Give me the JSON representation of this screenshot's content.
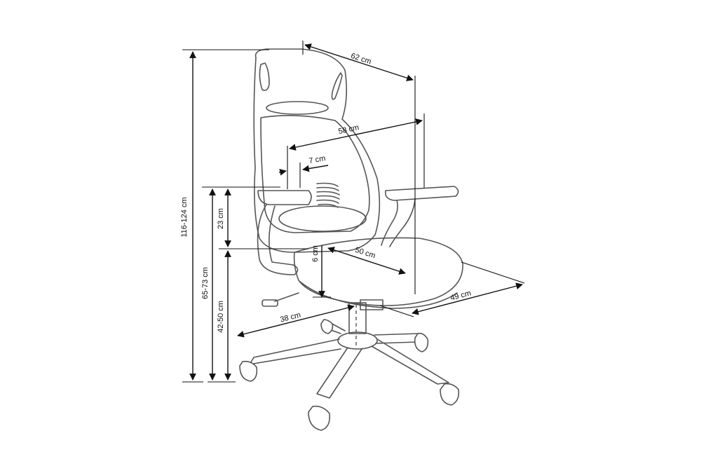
{
  "dimensions": {
    "overall_height": "116-124 cm",
    "armrest_height": "65-73 cm",
    "seat_height": "42-50 cm",
    "armrest_above_seat": "23 cm",
    "seat_thickness": "6 cm",
    "backrest_depth": "62 cm",
    "chair_depth": "58 cm",
    "backrest_offset": "7 cm",
    "seat_width": "50 cm",
    "seat_depth": "49 cm",
    "base_radius": "38 cm"
  }
}
